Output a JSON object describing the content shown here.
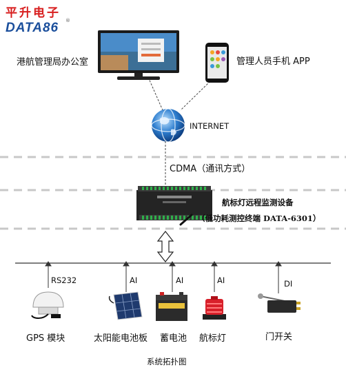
{
  "logo": {
    "cn": "平升电子",
    "en": "DATA86",
    "reg": "®"
  },
  "office_label": "港航管理局办公室",
  "app_label": "管理人员手机 APP",
  "internet_label": "INTERNET",
  "cdma_label": "CDMA（通讯方式）",
  "device": {
    "title": "航标灯远程监测设备",
    "subtitle": "（低功耗测控终端 DATA-6301）"
  },
  "bus": {
    "links": [
      {
        "signal": "RS232",
        "device": "GPS 模块"
      },
      {
        "signal": "AI",
        "device": "太阳能电池板"
      },
      {
        "signal": "AI",
        "device": "蓄电池"
      },
      {
        "signal": "AI",
        "device": "航标灯"
      },
      {
        "signal": "DI",
        "device": "门开关"
      }
    ]
  },
  "caption": "系统拓扑图",
  "colors": {
    "logo_red": "#d81e1e",
    "logo_blue": "#1b4f9c",
    "dash": "#c8c8c8",
    "line": "#333333"
  }
}
